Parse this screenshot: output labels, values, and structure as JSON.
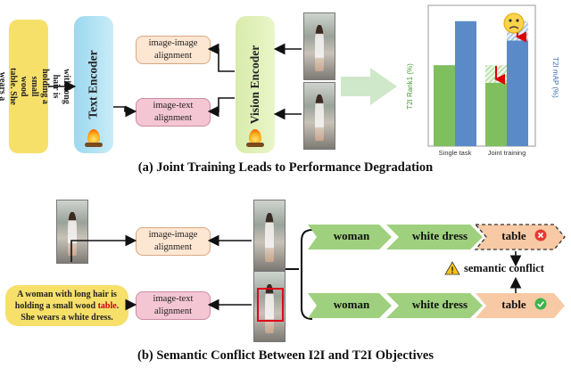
{
  "top": {
    "prompt_text": "A woman with long hair is holding a small wood table. She wears a white dress.",
    "text_encoder_label": "Text Encoder",
    "vision_encoder_label": "Vision Encoder",
    "i2i_label": "image-image alignment",
    "t2i_label": "image-text alignment",
    "caption": "(a) Joint Training Leads to Performance Degradation"
  },
  "chart_data": {
    "type": "bar",
    "categories": [
      "Single task",
      "Joint training"
    ],
    "series": [
      {
        "name": "T2I Rank1 (%)",
        "values": [
          46,
          36
        ],
        "color": "#7fbf5e"
      },
      {
        "name": "T2I mAP (%)",
        "values": [
          71,
          60
        ],
        "color": "#5b8ac9"
      }
    ],
    "joint_training_before_drop": {
      "rank1": 46,
      "map": 71
    },
    "ylabel_left": "T2I Rank1 (%)",
    "ylabel_right": "T2I mAP (%)",
    "ylim": [
      0,
      80
    ],
    "drop_indicator": "red down arrows with hatched gap"
  },
  "bottom": {
    "prompt_parts": [
      "A woman with long hair is holding a small wood ",
      "table",
      ". She wears a white dress."
    ],
    "i2i_label": "image-image alignment",
    "t2i_label": "image-text alignment",
    "row1": [
      "woman",
      "white dress",
      "table"
    ],
    "row2": [
      "woman",
      "white dress",
      "table"
    ],
    "conflict_label": "semantic conflict",
    "caption": "(b) Semantic Conflict Between I2I and T2I Objectives"
  },
  "colors": {
    "conflict_red": "#e23b2e",
    "ok_green": "#3fb34f",
    "warning_yellow": "#f4c21a"
  }
}
